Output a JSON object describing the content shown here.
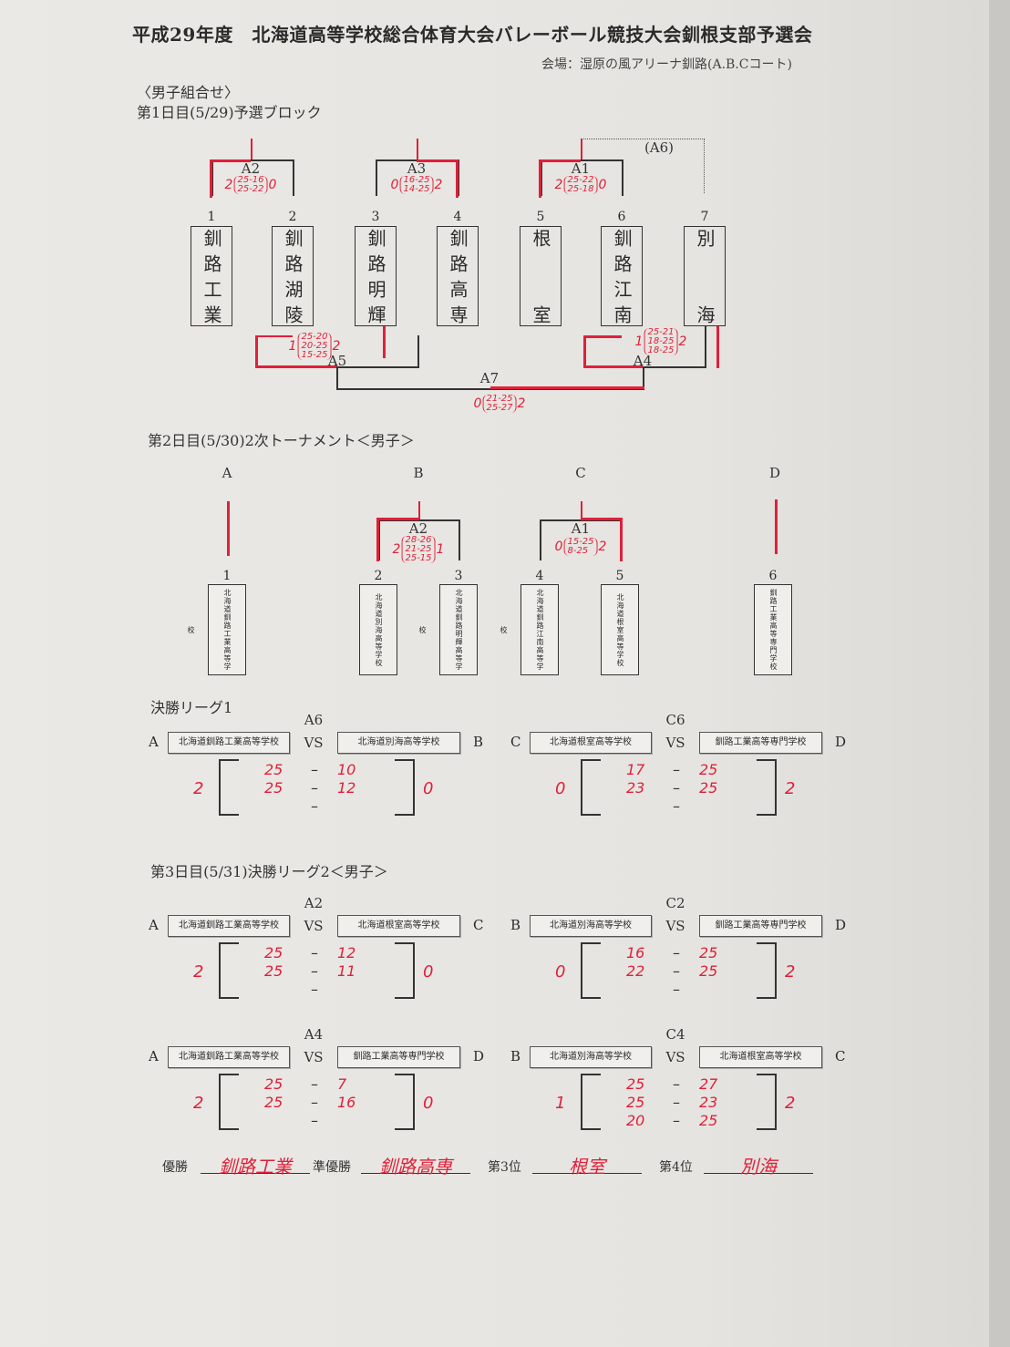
{
  "header": {
    "title": "平成29年度　北海道高等学校総合体育大会バレーボール競技大会釧根支部予選会",
    "venue": "会場：湿原の風アリーナ釧路(A.B.Cコート)",
    "section": "〈男子組合せ〉"
  },
  "day1": {
    "heading": "第1日目(5/29)予選ブロック",
    "teams": [
      {
        "no": "1",
        "name": "釧路工業"
      },
      {
        "no": "2",
        "name": "釧路湖陵"
      },
      {
        "no": "3",
        "name": "釧路明輝"
      },
      {
        "no": "4",
        "name": "釧路高専"
      },
      {
        "no": "5",
        "name": "根　室"
      },
      {
        "no": "6",
        "name": "釧路江南"
      },
      {
        "no": "7",
        "name": "別　海"
      }
    ],
    "matches": [
      {
        "code": "A2",
        "left": "2",
        "right": "0",
        "sets": [
          "25-16",
          "25-22"
        ]
      },
      {
        "code": "A3",
        "left": "0",
        "right": "2",
        "sets": [
          "16-25",
          "14-25"
        ]
      },
      {
        "code": "A1",
        "left": "2",
        "right": "0",
        "sets": [
          "25-22",
          "25-18"
        ]
      },
      {
        "code": "A5",
        "left": "1",
        "right": "2",
        "sets": [
          "25-20",
          "20-25",
          "15-25"
        ]
      },
      {
        "code": "A4",
        "left": "1",
        "right": "2",
        "sets": [
          "25-21",
          "18-25",
          "18-25"
        ]
      },
      {
        "code": "A7",
        "left": "0",
        "right": "2",
        "sets": [
          "21-25",
          "25-27"
        ]
      }
    ],
    "placeholder_code": "(A6)"
  },
  "day2": {
    "heading": "第2日目(5/30)2次トーナメント＜男子＞",
    "groups": [
      "A",
      "B",
      "C",
      "D"
    ],
    "teams": [
      {
        "no": "1",
        "name": "北海道釧路工業高等学校"
      },
      {
        "no": "2",
        "name": "北海道別海高等学校"
      },
      {
        "no": "3",
        "name": "北海道釧路明輝高等学校"
      },
      {
        "no": "4",
        "name": "北海道釧路江南高等学校"
      },
      {
        "no": "5",
        "name": "北海道根室高等学校"
      },
      {
        "no": "6",
        "name": "釧路工業高等専門学校"
      }
    ],
    "matches": [
      {
        "code": "A2",
        "left": "2",
        "right": "1",
        "sets": [
          "28-26",
          "21-25",
          "25-15"
        ]
      },
      {
        "code": "A1",
        "left": "0",
        "right": "2",
        "sets": [
          "15-25",
          "8-25"
        ]
      }
    ]
  },
  "league1": {
    "heading": "決勝リーグ1",
    "matches": [
      {
        "code": "A6",
        "vs": "VS",
        "left_side": "A",
        "left_team": "北海道釧路工業高等学校",
        "right_side": "B",
        "right_team": "北海道別海高等学校",
        "left_sets": "2",
        "right_sets": "0",
        "sets": [
          [
            "25",
            "10"
          ],
          [
            "25",
            "12"
          ]
        ]
      },
      {
        "code": "C6",
        "vs": "VS",
        "left_side": "C",
        "left_team": "北海道根室高等学校",
        "right_side": "D",
        "right_team": "釧路工業高等専門学校",
        "left_sets": "0",
        "right_sets": "2",
        "sets": [
          [
            "17",
            "25"
          ],
          [
            "23",
            "25"
          ]
        ]
      }
    ]
  },
  "league2": {
    "heading": "第3日目(5/31)決勝リーグ2＜男子＞",
    "matches": [
      {
        "code": "A2",
        "vs": "VS",
        "left_side": "A",
        "left_team": "北海道釧路工業高等学校",
        "right_side": "C",
        "right_team": "北海道根室高等学校",
        "left_sets": "2",
        "right_sets": "0",
        "sets": [
          [
            "25",
            "12"
          ],
          [
            "25",
            "11"
          ]
        ]
      },
      {
        "code": "C2",
        "vs": "VS",
        "left_side": "B",
        "left_team": "北海道別海高等学校",
        "right_side": "D",
        "right_team": "釧路工業高等専門学校",
        "left_sets": "0",
        "right_sets": "2",
        "sets": [
          [
            "16",
            "25"
          ],
          [
            "22",
            "25"
          ]
        ]
      },
      {
        "code": "A4",
        "vs": "VS",
        "left_side": "A",
        "left_team": "北海道釧路工業高等学校",
        "right_side": "D",
        "right_team": "釧路工業高等専門学校",
        "left_sets": "2",
        "right_sets": "0",
        "sets": [
          [
            "25",
            "7"
          ],
          [
            "25",
            "16"
          ]
        ]
      },
      {
        "code": "C4",
        "vs": "VS",
        "left_side": "B",
        "left_team": "北海道別海高等学校",
        "right_side": "C",
        "right_team": "北海道根室高等学校",
        "left_sets": "1",
        "right_sets": "2",
        "sets": [
          [
            "25",
            "27"
          ],
          [
            "25",
            "23"
          ],
          [
            "20",
            "25"
          ]
        ]
      }
    ]
  },
  "results": [
    {
      "label": "優勝",
      "value": "釧路工業"
    },
    {
      "label": "準優勝",
      "value": "釧路高専"
    },
    {
      "label": "第3位",
      "value": "根室"
    },
    {
      "label": "第4位",
      "value": "別海"
    }
  ],
  "colors": {
    "ink": "#2a2a2a",
    "red": "#e0203a",
    "paper": "#ebe9e5"
  }
}
